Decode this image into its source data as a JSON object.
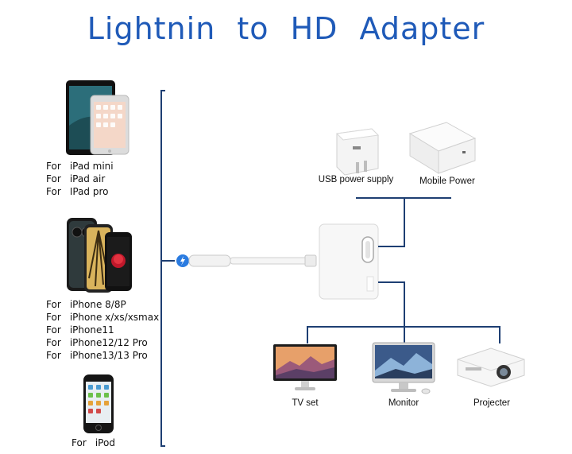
{
  "title": "Lightnin to HD Adapter",
  "devices": {
    "ipad": [
      "iPad mini",
      "iPad air",
      "IPad pro"
    ],
    "iphone": [
      "iPhone 8/8P",
      "iPhone x/xs/xsmax",
      "iPhone11",
      "iPhone12/12 Pro",
      "iPhone13/13 Pro"
    ],
    "ipod": [
      "iPod"
    ],
    "prefix": "For"
  },
  "power": {
    "usb": "USB power supply",
    "mobile": "Mobile Power"
  },
  "outputs": {
    "tv": "TV set",
    "monitor": "Monitor",
    "projector": "Projecter"
  },
  "colors": {
    "title": "#1f5ab8",
    "line": "#1e3f73"
  }
}
